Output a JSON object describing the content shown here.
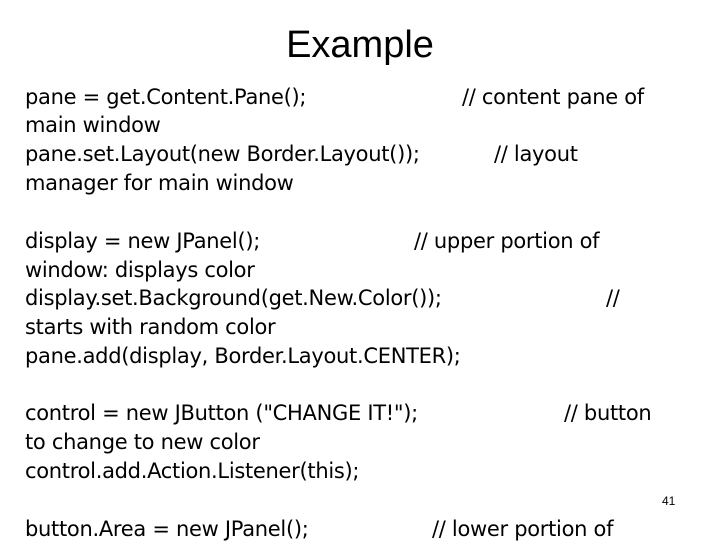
{
  "slide": {
    "title": "Example",
    "number": "41"
  },
  "lines": [
    {
      "code": "pane = get.Content.Pane();",
      "comment": "// content pane of"
    },
    {
      "code": "main window",
      "comment": ""
    },
    {
      "code": "pane.set.Layout(new Border.Layout());",
      "comment": "// layout"
    },
    {
      "code": "manager for main window",
      "comment": ""
    },
    {
      "code": "display = new JPanel();",
      "comment": "// upper portion of"
    },
    {
      "code": "window: displays color",
      "comment": ""
    },
    {
      "code": "display.set.Background(get.New.Color());",
      "comment": "//"
    },
    {
      "code": "starts with random color",
      "comment": ""
    },
    {
      "code": "pane.add(display, Border.Layout.CENTER);",
      "comment": ""
    },
    {
      "code": "control = new JButton (\"CHANGE IT!\");",
      "comment": "// button"
    },
    {
      "code": "to change to new color",
      "comment": ""
    },
    {
      "code": "control.add.Action.Listener(this);",
      "comment": ""
    },
    {
      "code": "button.Area = new JPanel();",
      "comment": "// lower portion of"
    }
  ]
}
